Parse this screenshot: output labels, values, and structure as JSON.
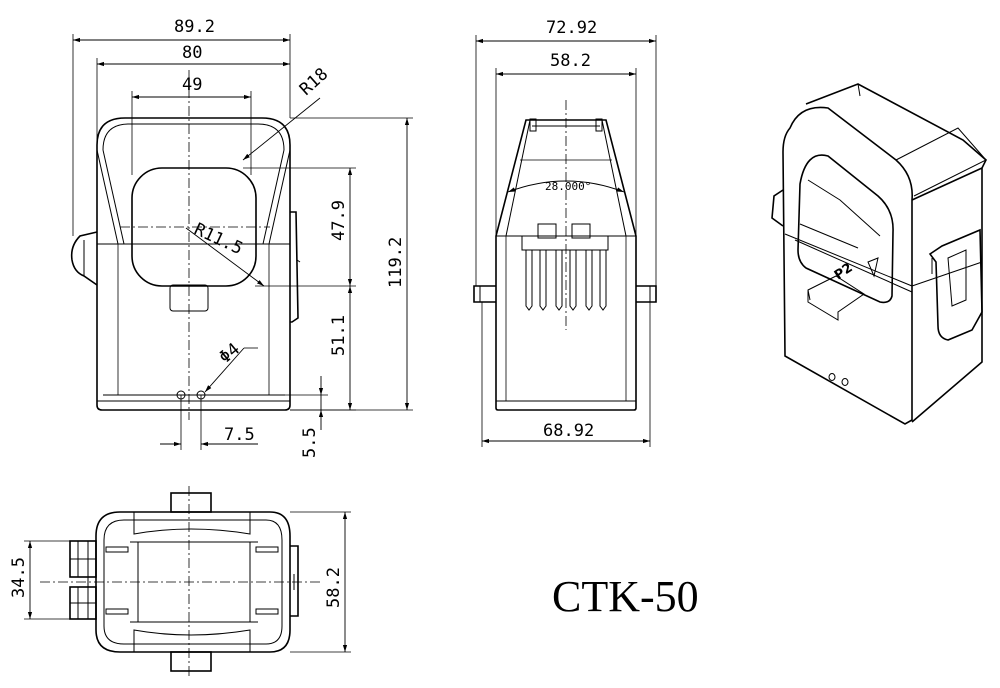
{
  "front_view": {
    "dim_overall_width": "89.2",
    "dim_body_width": "80",
    "dim_window_width": "49",
    "dim_top_radius": "R18",
    "dim_window_height": "47.9",
    "dim_window_radius": "R11.5",
    "dim_overall_height": "119.2",
    "dim_lower_height": "51.1",
    "dim_hole_dia": "Φ4",
    "dim_hole_spacing": "7.5",
    "dim_hole_offset": "5.5"
  },
  "side_view": {
    "dim_top_width": "72.92",
    "dim_inner_width": "58.2",
    "dim_angle": "28.000°",
    "dim_base_width": "68.92"
  },
  "top_view": {
    "dim_depth": "34.5",
    "dim_width": "58.2"
  },
  "iso_view": {
    "label_p2": "P2"
  },
  "model": "CTK-50"
}
